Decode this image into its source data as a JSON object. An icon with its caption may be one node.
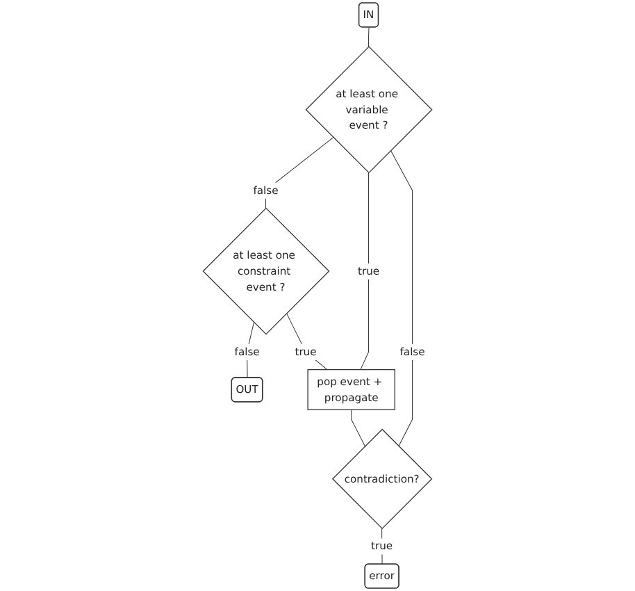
{
  "diagram": {
    "nodes": [
      {
        "text": [
          "IN"
        ]
      },
      {
        "text": [
          "at least one variable event ?"
        ]
      },
      {
        "text": [
          "at least one constraint event ?"
        ]
      },
      {
        "text": [
          "OUT"
        ]
      },
      {
        "text": [
          "pop event + propagate"
        ]
      },
      {
        "text": [
          "contradiction?"
        ]
      },
      {
        "text": [
          "error"
        ]
      }
    ],
    "edges": [
      {
        "from": 0,
        "to": 1,
        "arrow": "none"
      },
      {
        "from": 1,
        "to": 2,
        "arrow": "none",
        "label": "false"
      },
      {
        "from": 2,
        "to": 3,
        "arrow": "none",
        "label": "false"
      },
      {
        "from": 1,
        "to": 4,
        "arrow": "none",
        "label": "true"
      },
      {
        "from": 2,
        "to": 4,
        "arrow": "none",
        "label": "true"
      },
      {
        "from": 4,
        "to": 5,
        "arrow": "none"
      },
      {
        "from": 5,
        "to": 6,
        "arrow": "none",
        "label": "true"
      },
      {
        "from": 5,
        "to": 1,
        "arrow": "none",
        "label": "false"
      }
    ]
  }
}
